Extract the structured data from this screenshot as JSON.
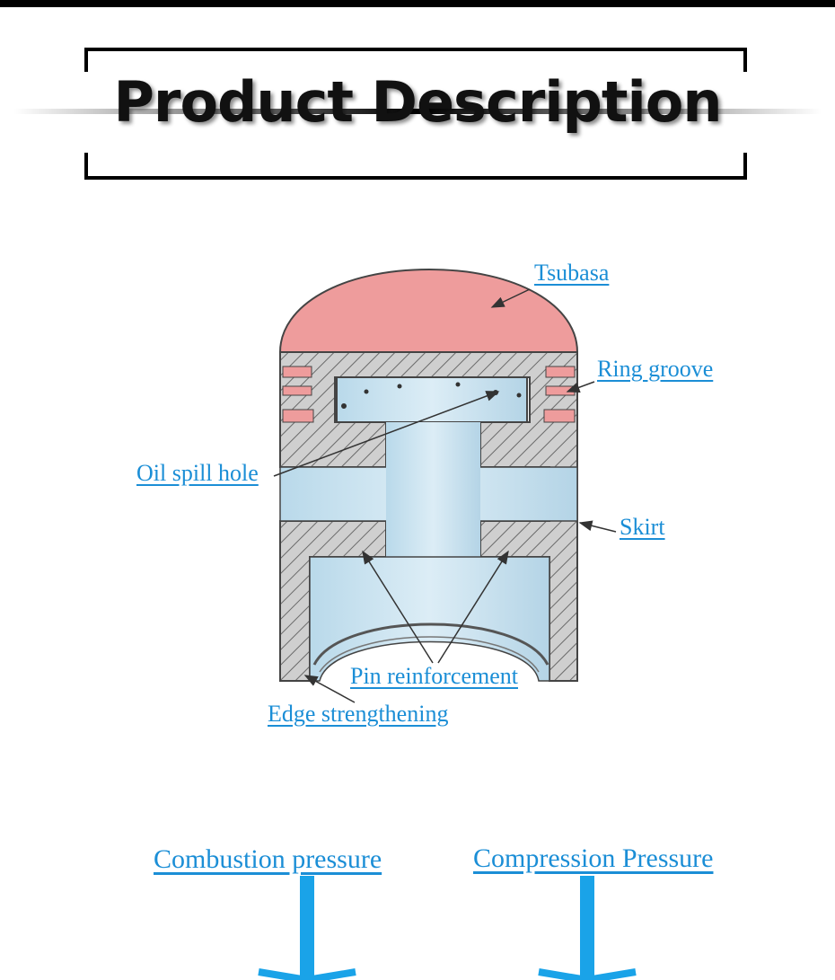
{
  "header": {
    "title": "Product Description"
  },
  "diagram": {
    "labels": {
      "tsubasa": "Tsubasa",
      "ring_groove": "Ring groove",
      "oil_spill_hole": "Oil spill hole",
      "skirt": "Skirt",
      "pin_reinforcement": "Pin reinforcement",
      "edge_strengthening": "Edge strengthening"
    }
  },
  "pressures": {
    "combustion": "Combustion pressure",
    "compression": "Compression Pressure"
  },
  "colors": {
    "label_blue": "#1b8ed6",
    "arrow_blue": "#1aa3e8",
    "crown_pink": "#ee9c9c",
    "body_blue": "#cfe6f2",
    "hatch_grey": "#a8a8a8"
  }
}
